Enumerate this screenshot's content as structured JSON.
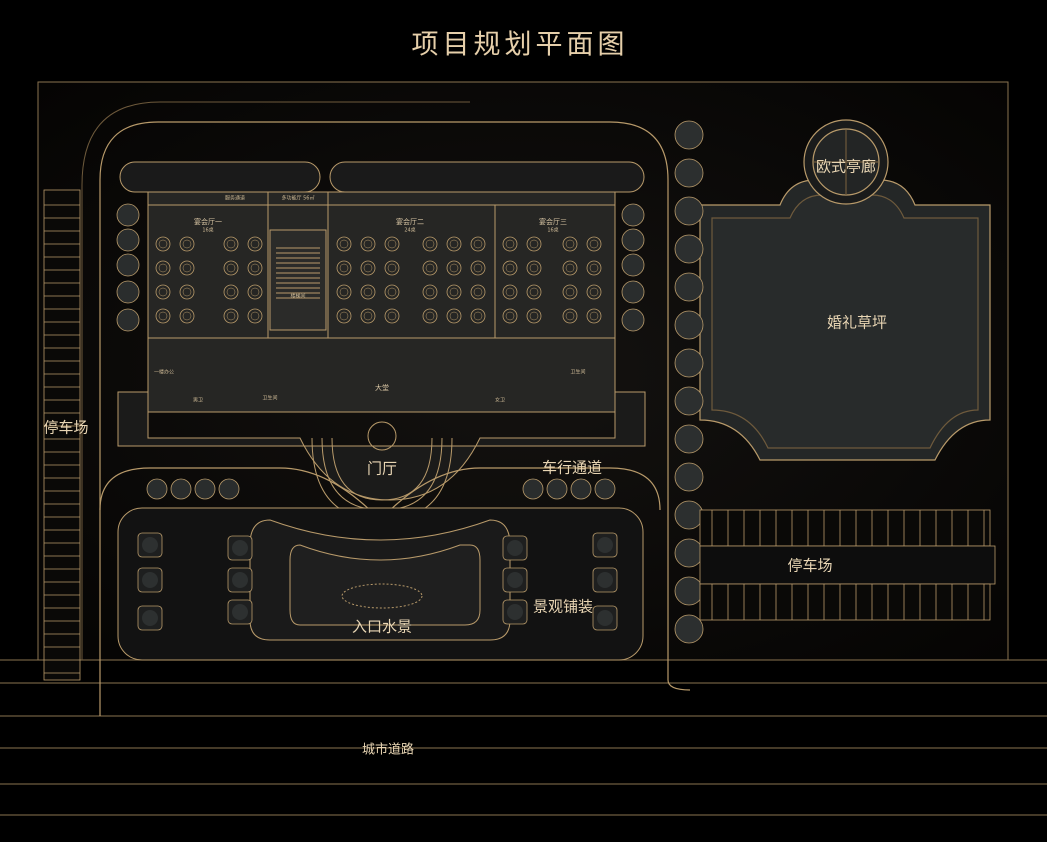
{
  "title": "项目规划平面图",
  "labels": {
    "parking_left": "停车场",
    "parking_right": "停车场",
    "pavilion": "欧式亭廊",
    "lawn": "婚礼草坪",
    "foyer": "门厅",
    "driveway": "车行通道",
    "landscape_paving": "景观铺装",
    "entry_waterscape": "入口水景",
    "city_road": "城市道路",
    "hall_1": "宴会厅一",
    "hall_1_tables": "16桌",
    "hall_2": "宴会厅二",
    "hall_2_tables": "24桌",
    "hall_3": "宴会厅三",
    "hall_3_tables": "16桌",
    "lobby": "大堂",
    "top_room": "多功能厅 56㎡",
    "service_corridor": "服务通道",
    "stair": "楼梯间",
    "office": "一楼办公",
    "restroom_m": "男卫",
    "restroom_f": "女卫",
    "restroom_r": "卫生间",
    "restroom_l": "卫生间"
  },
  "colors": {
    "background": "#000000",
    "site": "#0c0a07",
    "line": "#b89a6a",
    "line_dim": "#6e5a3c",
    "dark_fill": "#1e1f1f",
    "lawn_fill": "#242727",
    "text": "#e9d6b4"
  }
}
